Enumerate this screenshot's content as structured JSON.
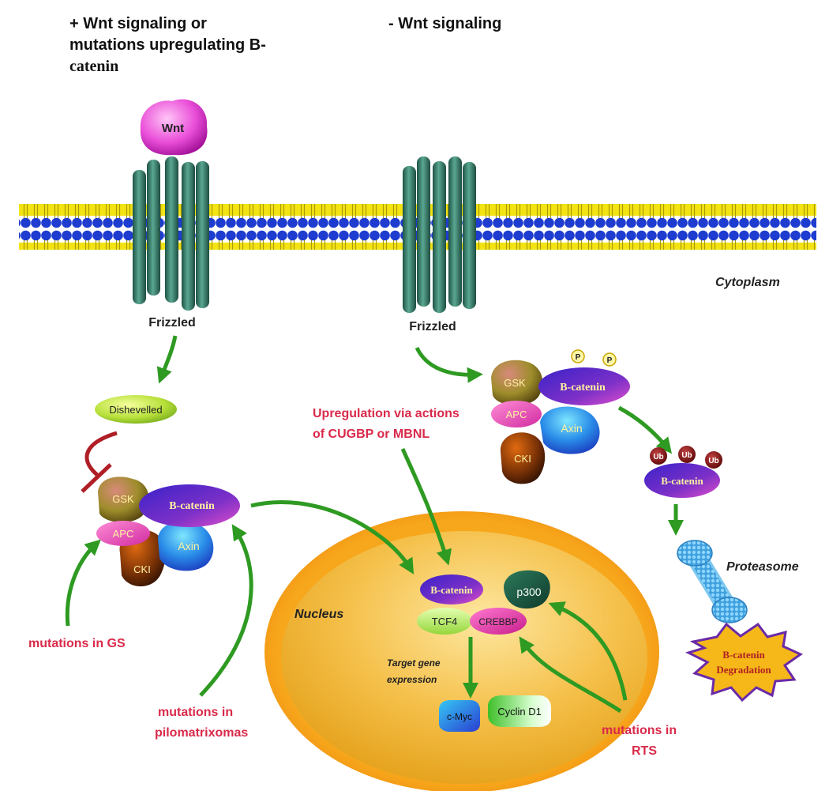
{
  "headings": {
    "left_line1": "+ Wnt signaling or",
    "left_line2": "mutations upregulating B-",
    "left_line3": "catenin",
    "right": "- Wnt signaling"
  },
  "labels": {
    "wnt": "Wnt",
    "frizzled_left": "Frizzled",
    "frizzled_right": "Frizzled",
    "cytoplasm": "Cytoplasm",
    "dishevelled": "Dishevelled",
    "nucleus": "Nucleus",
    "proteasome": "Proteasome",
    "target_line1": "Target gene",
    "target_line2": "expression"
  },
  "complex": {
    "gsk": "GSK",
    "bcatenin": "B-catenin",
    "apc": "APC",
    "axin": "Axin",
    "cki": "CKI"
  },
  "right_complex": {
    "gsk": "GSK",
    "bcatenin": "B-catenin",
    "apc": "APC",
    "axin": "Axin",
    "cki": "CKI",
    "phospho": "P"
  },
  "ubiquitin": {
    "ub": "Ub",
    "bcatenin": "B-catenin"
  },
  "degradation": {
    "line1": "B-catenin",
    "line2": "Degradation"
  },
  "nuclear": {
    "bcatenin": "B-catenin",
    "p300": "p300",
    "tcf4": "TCF4",
    "crebbp": "CREBBP",
    "cmyc": "c-Myc",
    "cyclin": "Cyclin D1"
  },
  "mutations": {
    "cugbp_line1": "Upregulation via actions",
    "cugbp_line2": "of CUGBP or MBNL",
    "gs": "mutations in GS",
    "pilo_line1": "mutations in",
    "pilo_line2": "pilomatrixomas",
    "rts_line1": "mutations in",
    "rts_line2": "RTS"
  },
  "colors": {
    "arrow_green": "#2e9a22",
    "inhibit_red": "#b01e26",
    "mutation_red": "#d92a4a",
    "receptor_teal": "#2f7565",
    "lipid_blue": "#1e3cd0",
    "lipid_yellow": "#f3e312",
    "nucleus_outer": "#f59f18",
    "nucleus_inner": "#f3b93a"
  }
}
